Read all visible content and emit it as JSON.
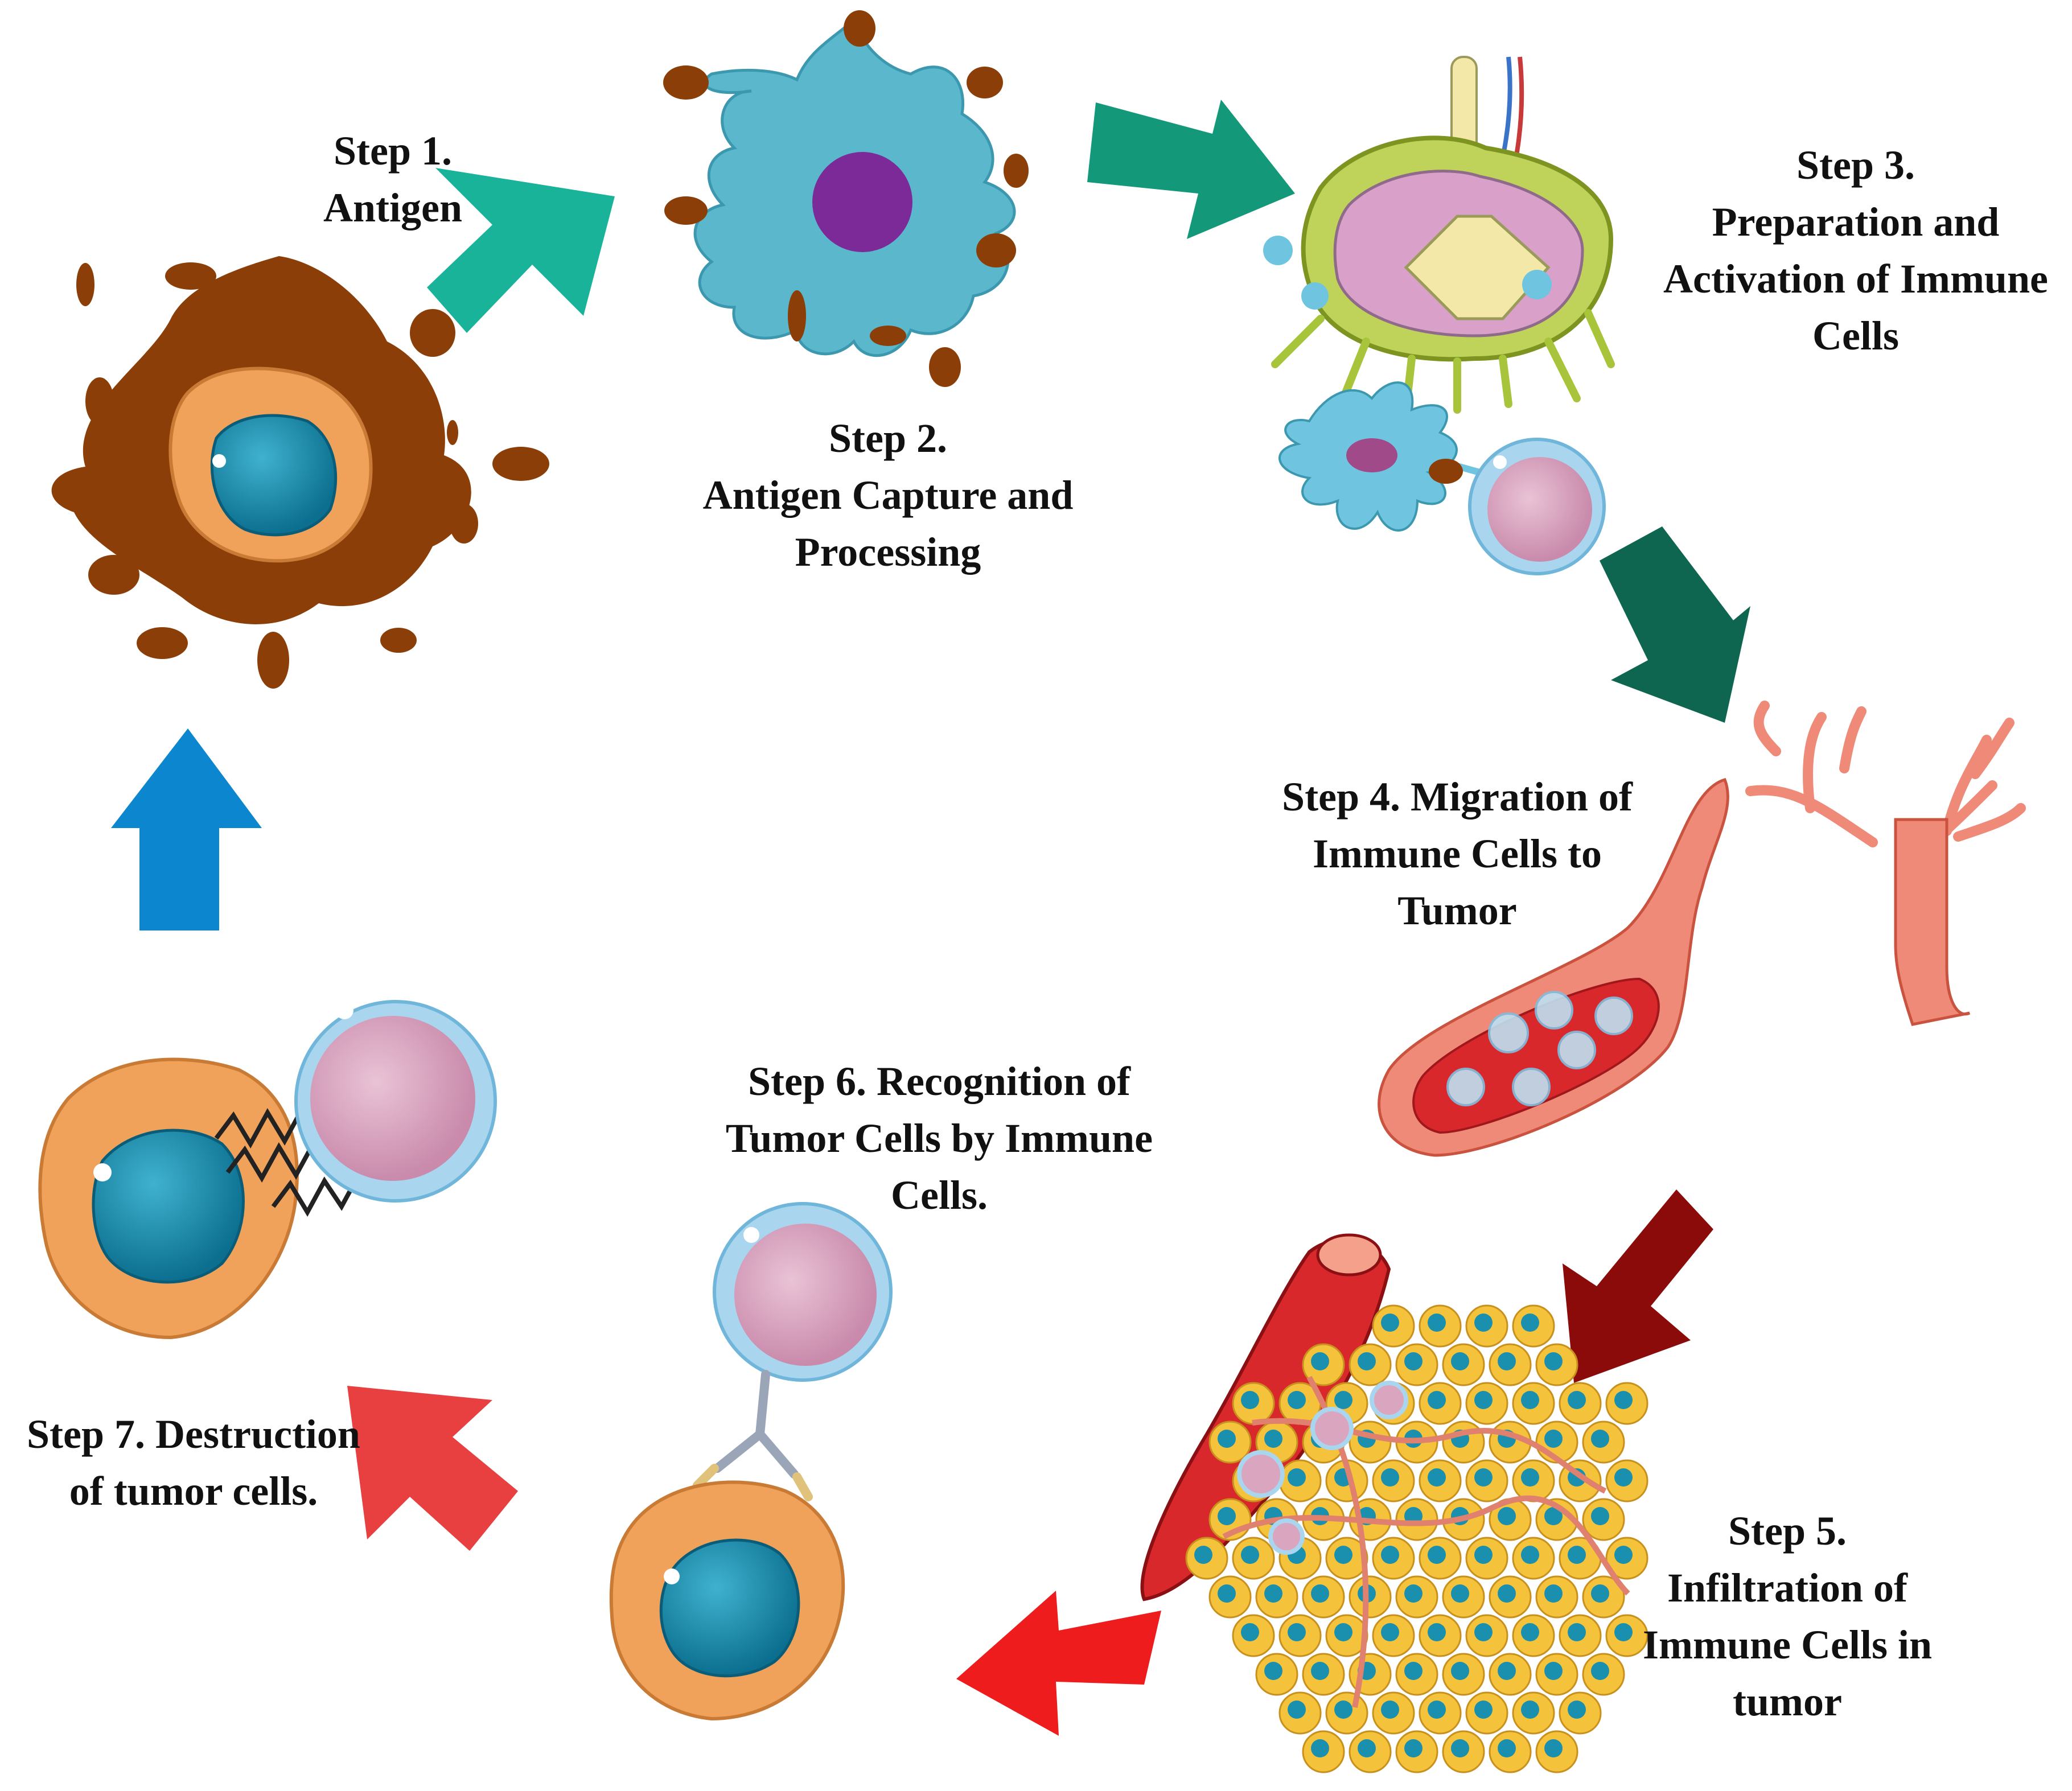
{
  "steps": {
    "step1": "Step 1.\nAntigen",
    "step2": "Step 2.\nAntigen Capture and\nProcessing",
    "step3": "Step 3.\nPreparation and\nActivation of Immune\nCells",
    "step4": "Step 4. Migration of\nImmune Cells to\nTumor",
    "step5": "Step 5.\nInfiltration of\nImmune Cells in\ntumor",
    "step6": "Step 6. Recognition of\nTumor Cells by Immune\nCells.",
    "step7": "Step 7. Destruction\nof tumor cells."
  },
  "colors": {
    "arrow_step1_to_2": "#19b39a",
    "arrow_step2_to_3": "#13997a",
    "arrow_step3_to_4": "#0e6650",
    "arrow_step4_to_5": "#8b0a0a",
    "arrow_step5_to_6": "#ee1c1c",
    "arrow_step6_to_7": "#e84040",
    "arrow_step7_to_1": "#0b86cf",
    "antigen_brown": "#8b3e07",
    "dendritic_blue": "#5bb8cc",
    "nucleus_purple": "#7b2a98",
    "tumor_orange": "#f0a25a",
    "tumor_nucleus": "#1a8fae",
    "tcell_pink": "#d9a5bf",
    "tcell_rim": "#a9d6ee",
    "vessel_salmon": "#f08a78",
    "blood_red": "#d9282c",
    "lymph_green": "#a7c43a",
    "fat_yellow": "#f5c23c"
  },
  "icons": [
    "tumor-cell-icon",
    "dendritic-cell-icon",
    "lymph-node-icon",
    "t-cell-icon",
    "blood-vessel-icon",
    "tumor-tissue-icon"
  ]
}
